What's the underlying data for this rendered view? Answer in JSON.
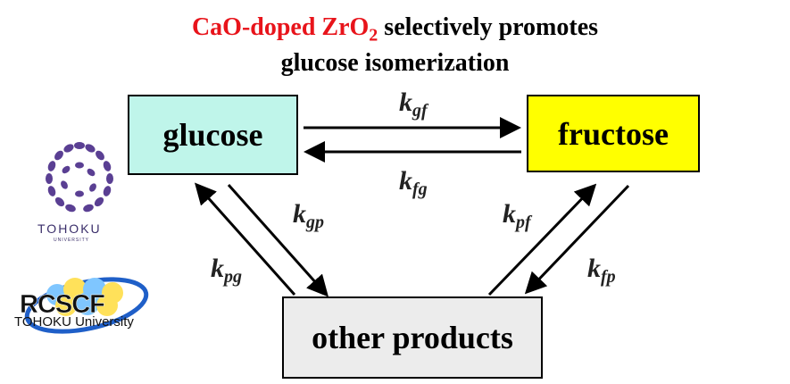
{
  "title": {
    "line1_red": "CaO-doped ZrO",
    "line1_red_sub": "2",
    "line1_rest": " selectively promotes",
    "line2": "glucose isomerization"
  },
  "nodes": {
    "glucose": "glucose",
    "fructose": "fructose",
    "other": "other products"
  },
  "rates": {
    "kgf": {
      "k": "k",
      "sub": "gf"
    },
    "kfg": {
      "k": "k",
      "sub": "fg"
    },
    "kgp": {
      "k": "k",
      "sub": "gp"
    },
    "kpg": {
      "k": "k",
      "sub": "pg"
    },
    "kpf": {
      "k": "k",
      "sub": "pf"
    },
    "kfp": {
      "k": "k",
      "sub": "fp"
    }
  },
  "logos": {
    "tohoku_name": "TOHOKU",
    "tohoku_sub": "UNIVERSITY",
    "rcscf": "RCSCF",
    "rcscf_sub": "TOHOKU University"
  },
  "colors": {
    "title_red": "#e8141b",
    "glucose_fill": "#bff5ea",
    "fructose_fill": "#ffff00",
    "other_fill": "#ececec",
    "tohoku_purple": "#5a3f93"
  }
}
